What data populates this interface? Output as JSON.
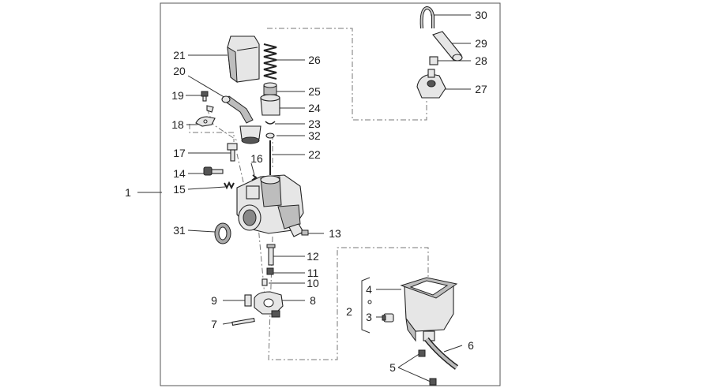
{
  "callouts": [
    {
      "id": "1",
      "label": "1"
    },
    {
      "id": "2",
      "label": "2"
    },
    {
      "id": "3",
      "label": "3"
    },
    {
      "id": "4",
      "label": "4"
    },
    {
      "id": "5",
      "label": "5"
    },
    {
      "id": "6",
      "label": "6"
    },
    {
      "id": "7",
      "label": "7"
    },
    {
      "id": "8",
      "label": "8"
    },
    {
      "id": "9",
      "label": "9"
    },
    {
      "id": "10",
      "label": "10"
    },
    {
      "id": "11",
      "label": "11"
    },
    {
      "id": "12",
      "label": "12"
    },
    {
      "id": "13",
      "label": "13"
    },
    {
      "id": "14",
      "label": "14"
    },
    {
      "id": "15",
      "label": "15"
    },
    {
      "id": "16",
      "label": "16"
    },
    {
      "id": "17",
      "label": "17"
    },
    {
      "id": "18",
      "label": "18"
    },
    {
      "id": "19",
      "label": "19"
    },
    {
      "id": "20",
      "label": "20"
    },
    {
      "id": "21",
      "label": "21"
    },
    {
      "id": "22",
      "label": "22"
    },
    {
      "id": "23",
      "label": "23"
    },
    {
      "id": "24",
      "label": "24"
    },
    {
      "id": "25",
      "label": "25"
    },
    {
      "id": "26",
      "label": "26"
    },
    {
      "id": "27",
      "label": "27"
    },
    {
      "id": "28",
      "label": "28"
    },
    {
      "id": "29",
      "label": "29"
    },
    {
      "id": "30",
      "label": "30"
    },
    {
      "id": "31",
      "label": "31"
    },
    {
      "id": "32",
      "label": "32"
    }
  ]
}
